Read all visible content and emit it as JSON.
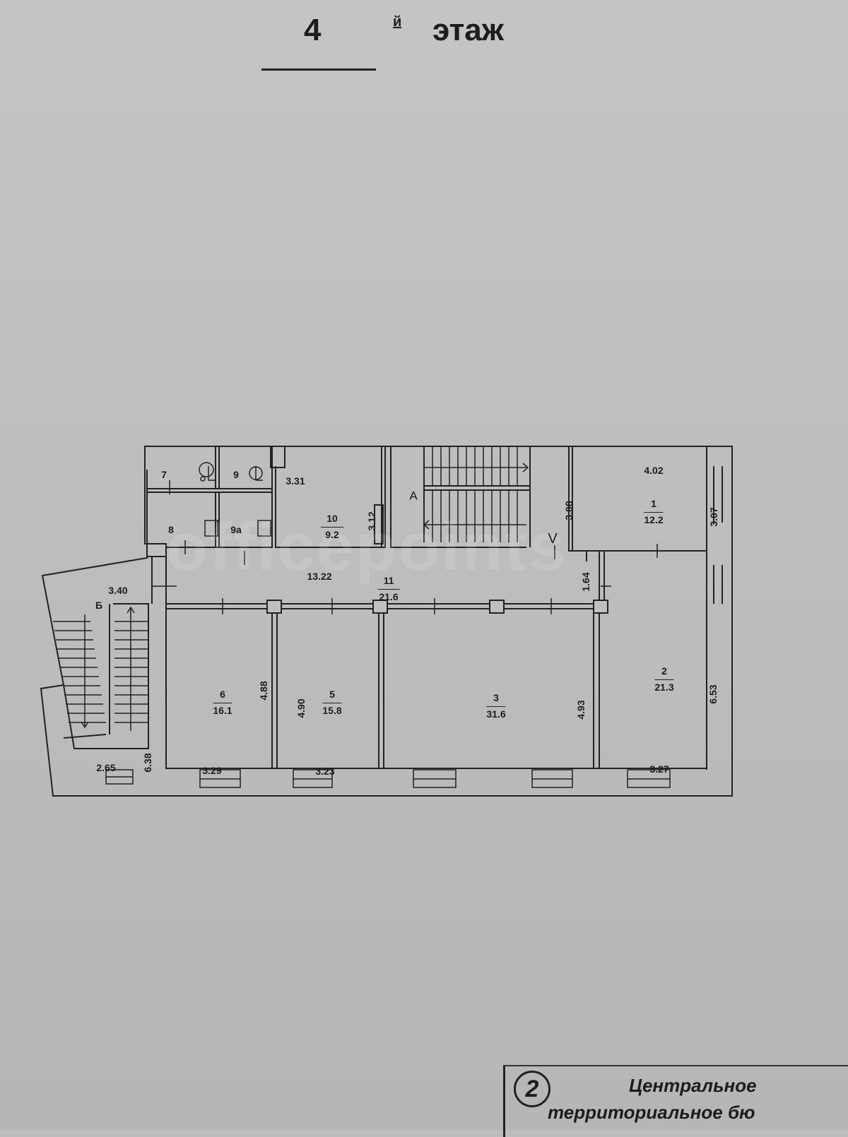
{
  "header": {
    "floor_number": "4",
    "floor_suffix": "й",
    "floor_word": "этаж"
  },
  "watermark": "officepoints",
  "rooms": [
    {
      "id": "1",
      "area": "12.2",
      "dims": [
        "4.02",
        "3.07"
      ]
    },
    {
      "id": "2",
      "area": "21.3",
      "dims": [
        "3.27",
        "6.53"
      ]
    },
    {
      "id": "3",
      "area": "31.6",
      "dims": [
        "4.93"
      ]
    },
    {
      "id": "5",
      "area": "15.8",
      "dims": [
        "3.23",
        "4.90"
      ]
    },
    {
      "id": "6",
      "area": "16.1",
      "dims": [
        "3.29",
        "4.88"
      ]
    },
    {
      "id": "7"
    },
    {
      "id": "8"
    },
    {
      "id": "9"
    },
    {
      "id": "9а"
    },
    {
      "id": "10",
      "area": "9.2",
      "dims": [
        "3.31",
        "3.12"
      ]
    },
    {
      "id": "11",
      "area": "21.6",
      "dims": [
        "13.22",
        "1.64"
      ]
    }
  ],
  "stairs": {
    "a_label": "А",
    "b_label": "Б",
    "v_label": "V",
    "a_dim": "3.08",
    "b_dims": [
      "3.40",
      "2.65",
      "6.38"
    ]
  },
  "stamp": {
    "number": "2",
    "line1": "Центральное",
    "line2": "территориальное бю"
  }
}
